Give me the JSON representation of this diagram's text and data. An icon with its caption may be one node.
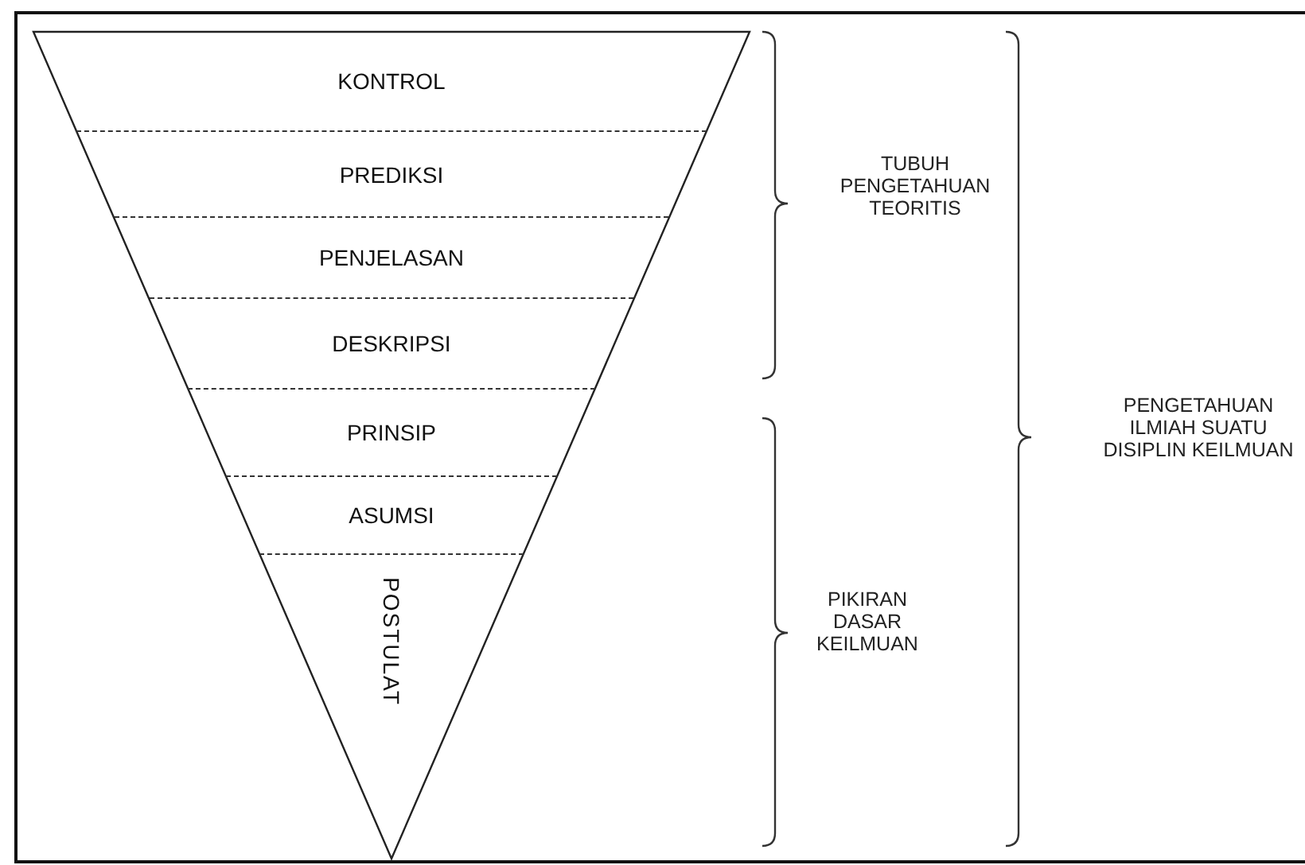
{
  "diagram": {
    "nodes": [
      {
        "text": [],
        "shape": "triangle"
      },
      {
        "text": [
          "KONTROL"
        ],
        "in": 0
      },
      {
        "text": [
          "PREDIKSI"
        ],
        "in": 0
      },
      {
        "text": [
          "PENJELASAN"
        ],
        "in": 0
      },
      {
        "text": [
          "DESKRIPSI"
        ],
        "in": 0
      },
      {
        "text": [
          "PRINSIP"
        ],
        "in": 0
      },
      {
        "text": [
          "ASUMSI"
        ],
        "in": 0
      },
      {
        "text": [
          "POSTULAT"
        ],
        "in": 0
      }
    ],
    "labels": [
      "TUBUH PENGETAHUAN TEORITIS",
      "PENGETAHUAN ILMIAH SUATU DISIPLIN KEILMUAN",
      "PIKIRAN DASAR KEILMUAN"
    ]
  }
}
